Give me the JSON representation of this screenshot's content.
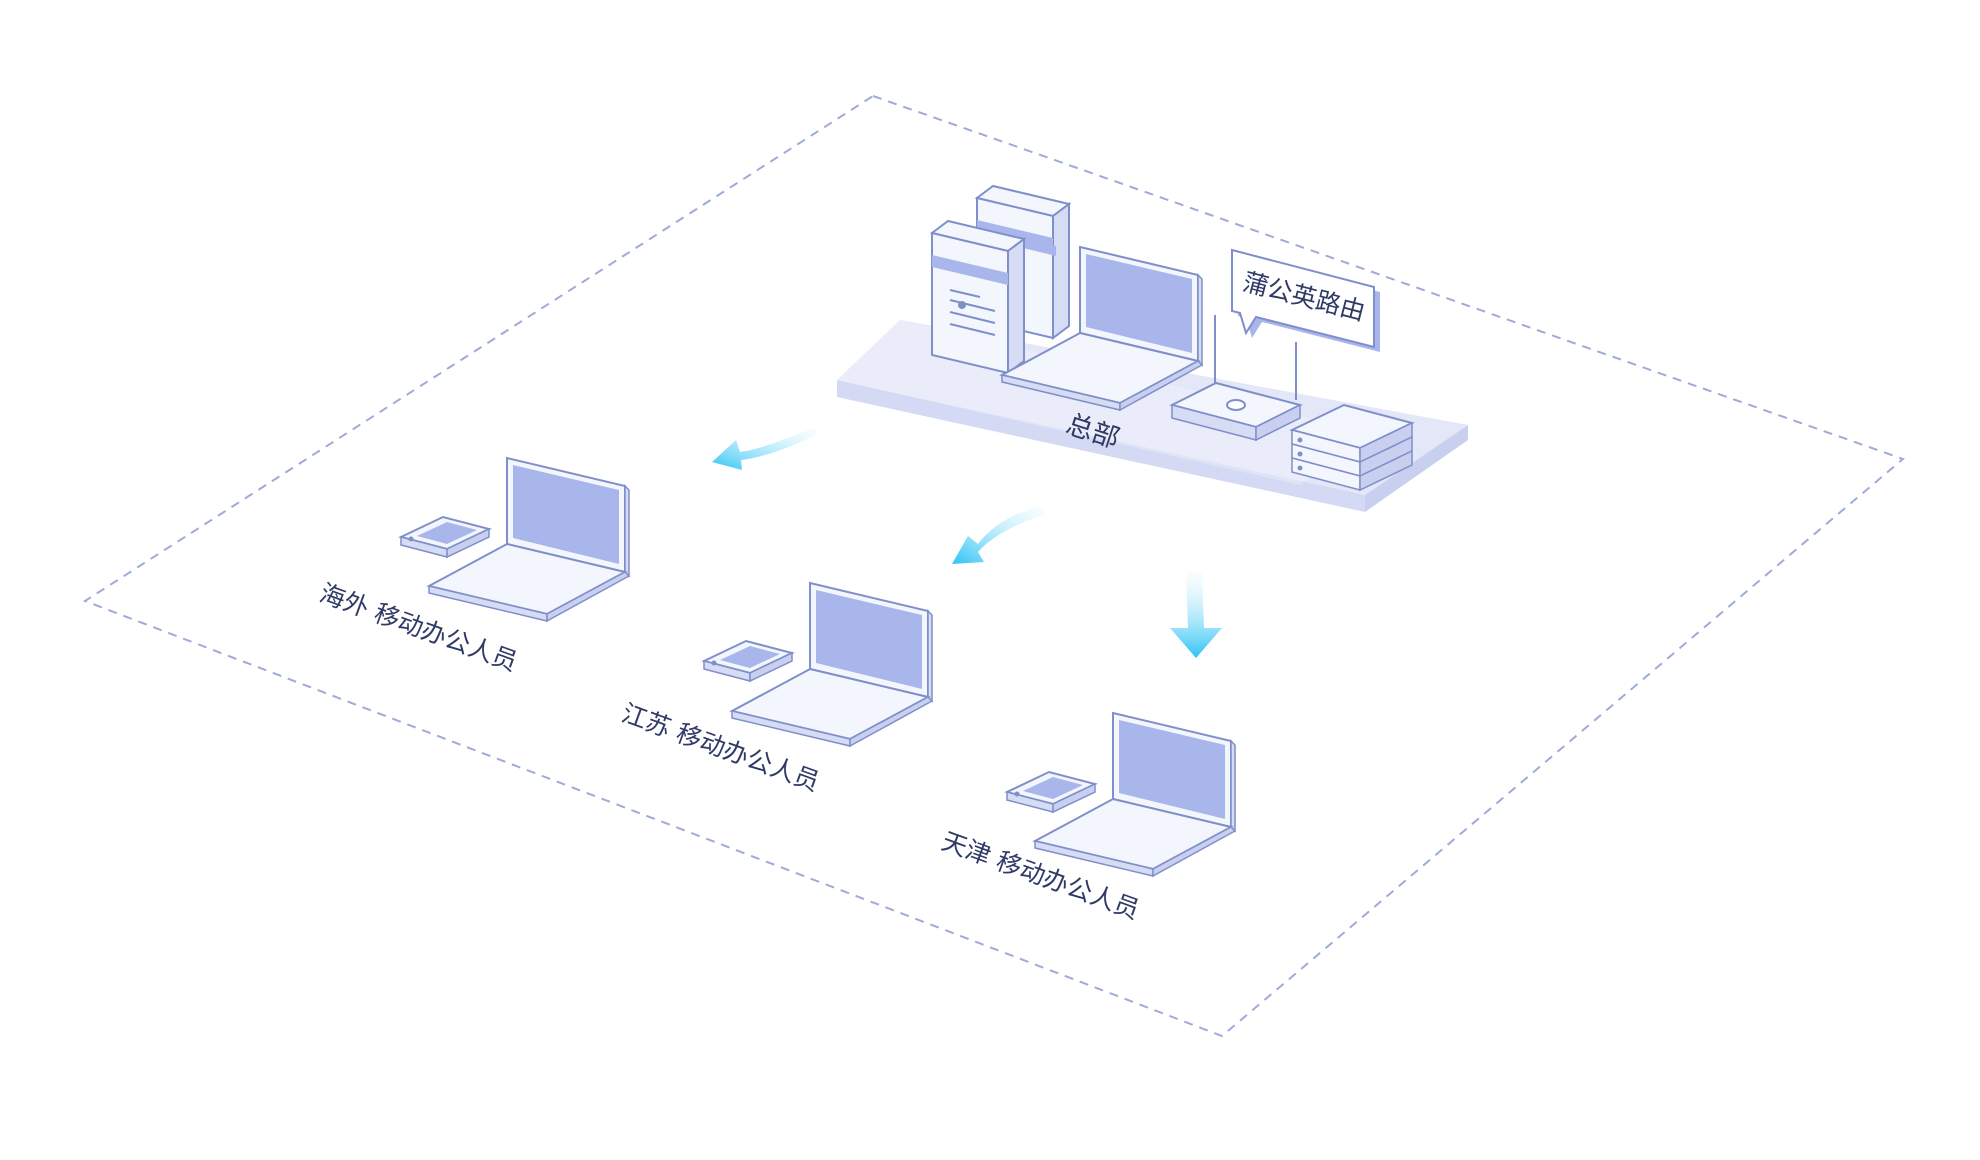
{
  "diagram": {
    "router_label": "蒲公英路由",
    "hq_label": "总部",
    "branches": [
      {
        "label": "海外 移动办公人员"
      },
      {
        "label": "江苏 移动办公人员"
      },
      {
        "label": "天津 移动办公人员"
      }
    ]
  },
  "colors": {
    "outline": "#7f8fc9",
    "screen": "#a9b6ec",
    "body": "#f4f6fd",
    "platform_top": "#e3e7f7",
    "platform_side": "#c9d0ef",
    "arrow_start": "#e6f8ff",
    "arrow_end": "#2dc3f3",
    "text": "#2f3a66"
  }
}
